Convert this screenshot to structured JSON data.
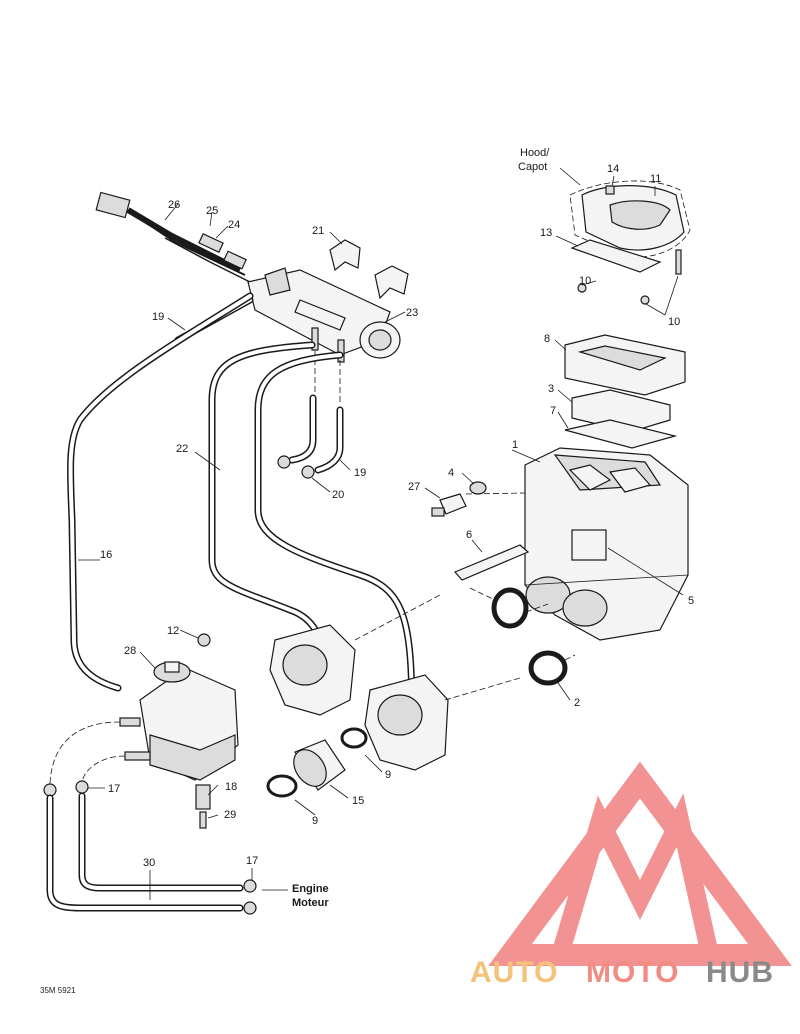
{
  "callouts": {
    "c1": "1",
    "c2": "2",
    "c3": "3",
    "c4": "4",
    "c5": "5",
    "c6": "6",
    "c7": "7",
    "c8": "8",
    "c9a": "9",
    "c9b": "9",
    "c10a": "10",
    "c10b": "10",
    "c11": "11",
    "c12": "12",
    "c13": "13",
    "c14": "14",
    "c15": "15",
    "c16": "16",
    "c17a": "17",
    "c17b": "17",
    "c18": "18",
    "c19a": "19",
    "c19b": "19",
    "c20": "20",
    "c21": "21",
    "c22": "22",
    "c23": "23",
    "c24": "24",
    "c25": "25",
    "c26": "26",
    "c27": "27",
    "c28": "28",
    "c29": "29",
    "c30": "30"
  },
  "labels": {
    "hood_en": "Hood/",
    "hood_fr": "Capot",
    "engine_en": "Engine",
    "engine_fr": "Moteur",
    "figure_code": "35M 5921"
  },
  "watermark": {
    "part1": "AUTO",
    "part2": "MOTO",
    "part3": "HUB",
    "color_auto": "#f4c27a",
    "color_moto": "#f28b82",
    "color_hub": "#8a8a8a",
    "logo_color": "#f08080"
  }
}
